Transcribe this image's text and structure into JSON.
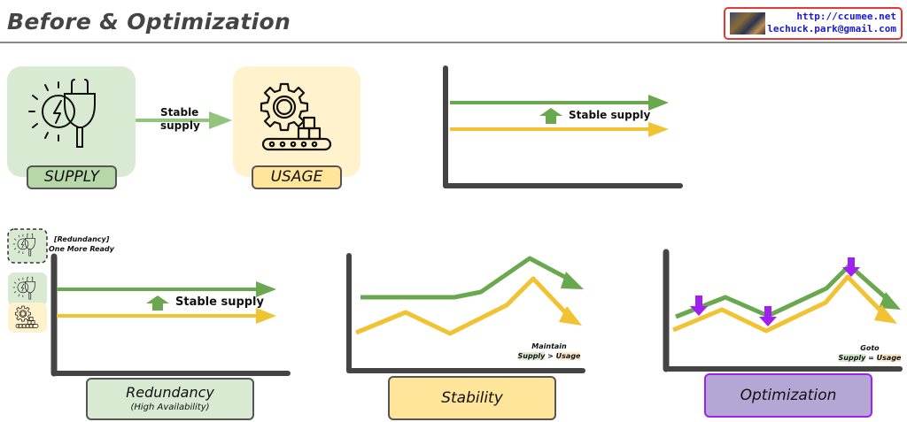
{
  "header": {
    "title": "Before & Optimization",
    "contact_url": "http://ccumee.net",
    "contact_email": "lechuck.park@gmail.com"
  },
  "colors": {
    "supply": "#6aa84f",
    "usage": "#f1c232",
    "supply_bg": "#d9ead3",
    "usage_bg": "#fff2cc",
    "optimize_arrow": "#a020f0",
    "axis": "#444444"
  },
  "flow": {
    "supply_label": "SUPPLY",
    "usage_label": "USAGE",
    "arrow_label_line1": "Stable",
    "arrow_label_line2": "supply",
    "supply_icon": "plug-power-icon",
    "usage_icon": "gear-conveyor-icon"
  },
  "panels": {
    "before": {
      "annotation": "Stable supply"
    },
    "redundancy": {
      "annotation": "Stable supply",
      "note_line1": "[Redundancy]",
      "note_line2": "One More Ready",
      "label": "Redundancy",
      "sublabel": "(High Availability)"
    },
    "stability": {
      "note_line1": "Maintain",
      "note_supply": "Supply",
      "note_op": " > ",
      "note_usage": "Usage",
      "label": "Stability"
    },
    "optimization": {
      "note_line1": "Goto",
      "note_supply": "Supply",
      "note_op": " = ",
      "note_usage": "Usage",
      "label": "Optimization"
    }
  }
}
